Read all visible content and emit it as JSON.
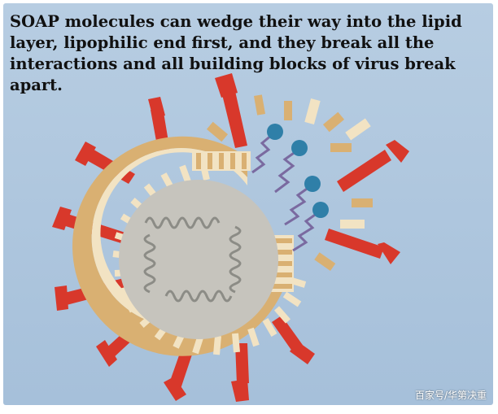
{
  "caption": "SOAP molecules can wedge their way into the lipid layer, lipophilic end first, and they break all the interactions and all building blocks of virus break apart.",
  "watermark": "百家号/华第决重",
  "colors": {
    "background": "#aec6de",
    "spike": "#d8382b",
    "membrane_tan": "#d9b072",
    "membrane_cream": "#f2e3c3",
    "core": "#c6c4bd",
    "rna": "#8c8c86",
    "soap_head": "#2f7fa8",
    "soap_tail": "#7a6aa0"
  },
  "icons": [
    "virus-diagram",
    "soap-molecule-icon",
    "spike-protein-icon",
    "membrane-fragment-icon"
  ]
}
